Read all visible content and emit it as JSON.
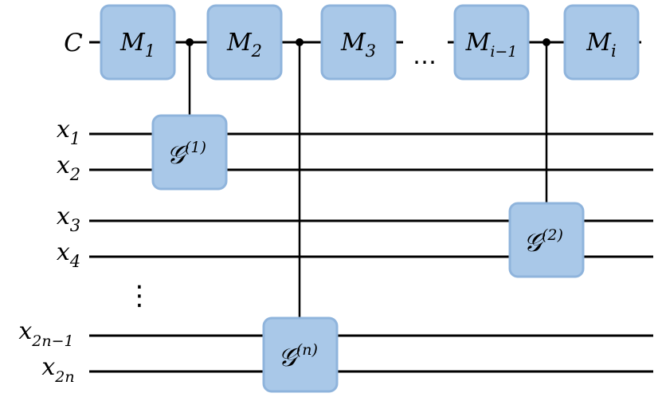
{
  "wires": {
    "control": {
      "name": "C"
    },
    "inputs": [
      {
        "base": "x",
        "sub": "1"
      },
      {
        "base": "x",
        "sub": "2"
      },
      {
        "base": "x",
        "sub": "3"
      },
      {
        "base": "x",
        "sub": "4"
      },
      {
        "base": "x",
        "sub": "2n−1"
      },
      {
        "base": "x",
        "sub": "2n"
      }
    ],
    "vertical_ellipsis": "⋮"
  },
  "top_gates": [
    {
      "base": "M",
      "sub": "1"
    },
    {
      "base": "M",
      "sub": "2"
    },
    {
      "base": "M",
      "sub": "3"
    },
    {
      "base": "M",
      "sub": "i−1"
    },
    {
      "base": "M",
      "sub": "i"
    }
  ],
  "horizontal_ellipsis": "…",
  "g_gates": [
    {
      "base": "𝒢",
      "sup": "(1)"
    },
    {
      "base": "𝒢",
      "sup": "(n)"
    },
    {
      "base": "𝒢",
      "sup": "(2)"
    }
  ],
  "colors": {
    "gate_fill": "#a9c8e8",
    "gate_stroke": "#8fb4dc",
    "wire": "#000000"
  }
}
